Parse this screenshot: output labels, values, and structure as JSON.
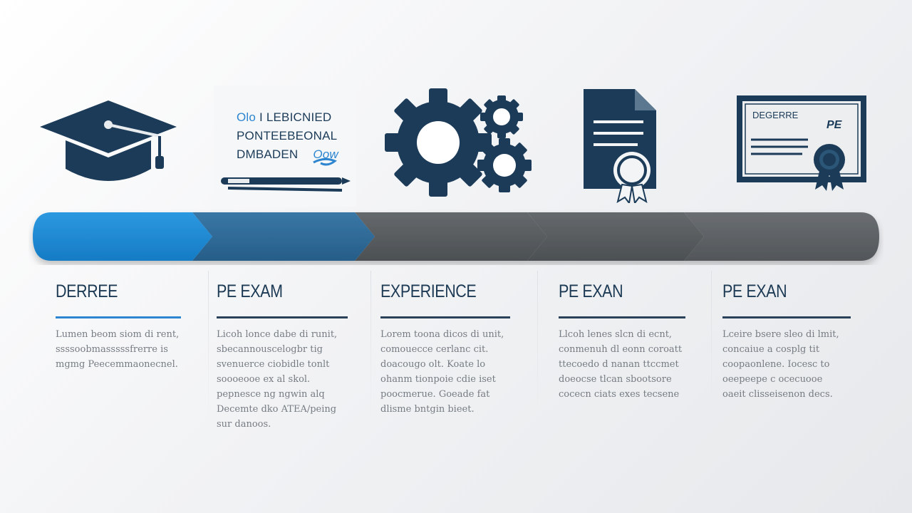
{
  "diploma": {
    "line1a": "Olo",
    "line1b": "I LEBICNIED",
    "line2": "PONTEEBEONAL",
    "line3": "DMBADEN",
    "signature": "Oow"
  },
  "certificate": {
    "title": "DEGERRE",
    "seal_text": "PE"
  },
  "steps": [
    {
      "title": "DERREE",
      "desc": [
        "Lumen beom siom di rent,",
        "ssssoobmasssssfrerre is",
        "mgmg Peecemmaonecnel."
      ]
    },
    {
      "title": "PE EXAM",
      "desc": [
        "Licoh lonce dabe di runit,",
        "sbecannouscelogbr tig",
        "svenuerce ciobidle tonlt",
        "soooeooe ex al skol.",
        "pepnesce ng ngwin alq",
        "Decemte dko ATEA/peing",
        "sur danoos."
      ]
    },
    {
      "title": "EXPERIENCE",
      "desc": [
        "Lorem toona dicos di unit,",
        "comouecce cerlanc cit.",
        "doacougo olt. Koate lo",
        "ohanm tionpoie cdie iset",
        "poocmerue. Goeade fat",
        "dlisme bntgin bieet."
      ]
    },
    {
      "title": "PE EXAN",
      "desc": [
        "Llcoh lenes slcn di ecnt,",
        "conmenuh dl eonn coroatt",
        "ttecoedo d nanan ttccmet",
        "doeocse tlcan sbootsore",
        "cocecn ciats exes tecsene"
      ]
    },
    {
      "title": "PE EXAN",
      "desc": [
        "Lceire bsere sleo di lmit,",
        "concaiue a cosplg tit",
        "coopaonlene. Iocesc to",
        "oeepeepe c ocecuooe",
        "oaeit clisseisenon decs."
      ]
    }
  ],
  "colors": {
    "navy": "#1b3b58",
    "blue": "#1e88d2",
    "steel_blue": "#2f6c9a",
    "dark_gray": "#55595c",
    "gray": "#5f6368"
  },
  "icons": [
    "graduation-cap-icon",
    "diploma-pen-icon",
    "gears-icon",
    "document-seal-icon",
    "certificate-icon"
  ]
}
